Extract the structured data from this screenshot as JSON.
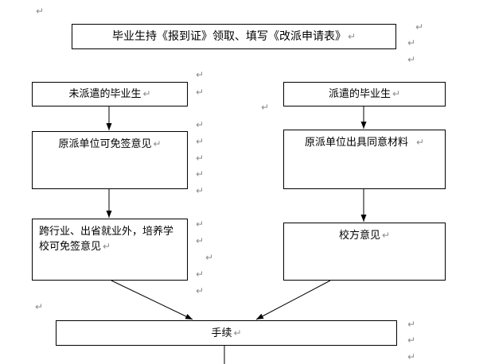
{
  "pilcrow": {
    "glyph": "↵"
  },
  "colors": {
    "background": "#ffffff",
    "box_border": "#000000",
    "text": "#000000",
    "paragraph_mark": "#8c8c8c"
  },
  "flowchart": {
    "top": {
      "label": "毕业生持《报到证》领取、填写《改派申请表》"
    },
    "left_column": {
      "step1": {
        "label": "未派遣的毕业生"
      },
      "step2": {
        "label": "原派单位可免签意见"
      },
      "step3": {
        "label": "跨行业、出省就业外，培养学校可免签意见"
      }
    },
    "right_column": {
      "step1": {
        "label": "派遣的毕业生"
      },
      "step2": {
        "label": "原派单位出具同意材料"
      },
      "step3": {
        "label": "校方意见"
      }
    },
    "final": {
      "label": "手续"
    }
  }
}
